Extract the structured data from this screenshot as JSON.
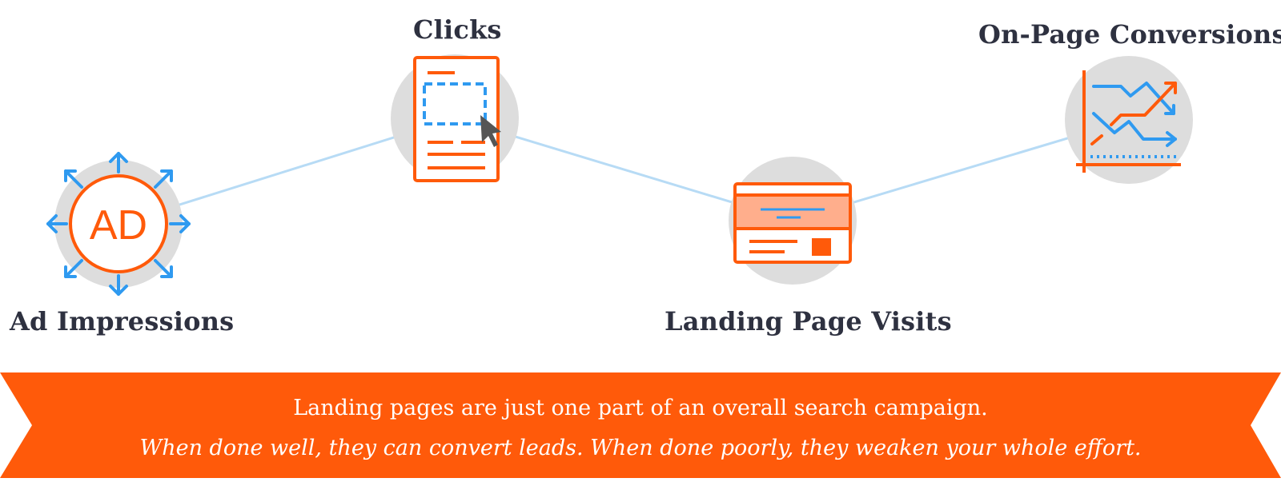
{
  "steps": [
    {
      "label": "Ad Impressions",
      "icon": "ad-broadcast-icon"
    },
    {
      "label": "Clicks",
      "icon": "document-click-icon"
    },
    {
      "label": "Landing Page Visits",
      "icon": "landing-page-icon"
    },
    {
      "label": "On-Page Conversions",
      "icon": "conversion-chart-icon"
    }
  ],
  "ad_badge_text": "AD",
  "banner": {
    "line1": "Landing pages are just one part of an overall search campaign.",
    "line2": "When done well, they can convert leads. When done poorly, they weaken your whole effort."
  },
  "colors": {
    "accent": "#FF5A0A",
    "accent_light": "#FFAE8C",
    "blue": "#2F9AF0",
    "connector": "#B7DBF5",
    "circle": "#DDDDDD",
    "text": "#2E3140"
  }
}
